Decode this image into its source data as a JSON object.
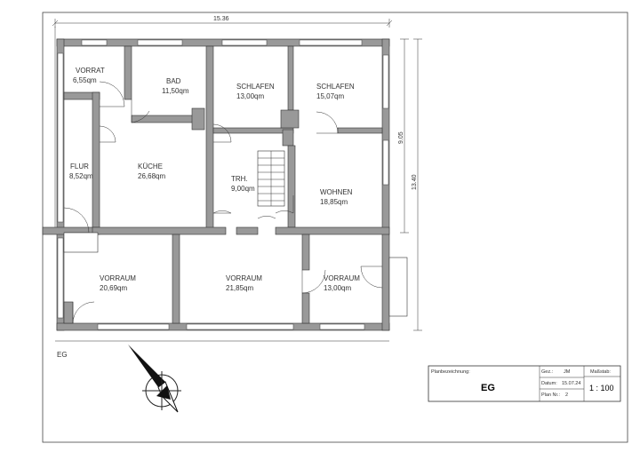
{
  "floor_label": "EG",
  "dimensions": {
    "top_width": "15.36",
    "right_upper": "9.05",
    "right_total": "13.40"
  },
  "rooms": {
    "vorrat": {
      "name": "VORRAT",
      "area": "6,55qm"
    },
    "bad": {
      "name": "BAD",
      "area": "11,50qm"
    },
    "schlafen1": {
      "name": "SCHLAFEN",
      "area": "13,00qm"
    },
    "schlafen2": {
      "name": "SCHLAFEN",
      "area": "15,07qm"
    },
    "flur": {
      "name": "FLUR",
      "area": "8,52qm"
    },
    "kueche": {
      "name": "KÜCHE",
      "area": "26,68qm"
    },
    "treppe": {
      "name": "TRH.",
      "area": "9,00qm"
    },
    "wohnen": {
      "name": "WOHNEN",
      "area": "18,85qm"
    },
    "vorraum1": {
      "name": "VORRAUM",
      "area": "20,69qm"
    },
    "vorraum2": {
      "name": "VORRAUM",
      "area": "21,85qm"
    },
    "vorraum3": {
      "name": "VORRAUM",
      "area": "13,00qm"
    }
  },
  "title_block": {
    "plan_label": "Planbezeichnung:",
    "plan_title": "EG",
    "gez_label": "Gez.:",
    "gez_value": "JM",
    "datum_label": "Datum:",
    "datum_value": "15.07.24",
    "plan_nr_label": "Plan Nr.:",
    "plan_nr_value": "2",
    "scale_label": "Maßstab:",
    "scale_value": "1 : 100"
  },
  "icons": [
    "north-arrow-icon"
  ]
}
